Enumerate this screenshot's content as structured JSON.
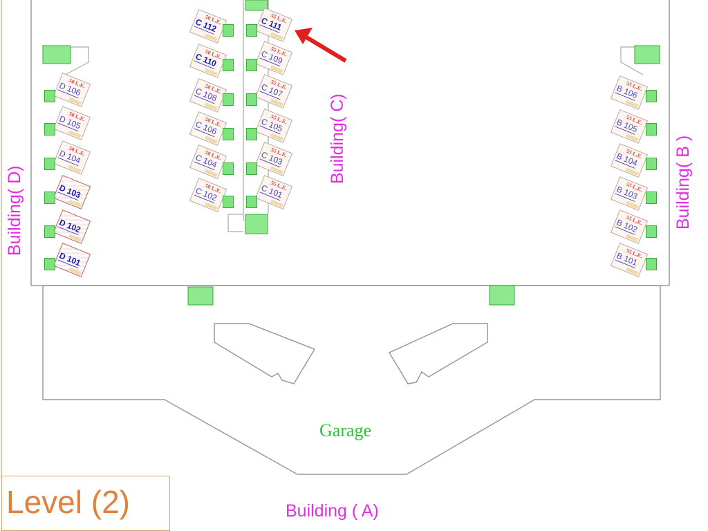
{
  "buildings": {
    "a": "Building ( A)",
    "b": "Building( B )",
    "c": "Building( C)",
    "d": "Building( D)"
  },
  "garage": "Garage",
  "level": "Level (2)",
  "colors": {
    "label": "#e030e0",
    "garage": "#22cc22",
    "level": "#e0803a",
    "arrow": "#e02020"
  },
  "units": {
    "d": [
      {
        "unit": "D 106",
        "price": "50 L.E."
      },
      {
        "unit": "D 105",
        "price": "50 L.E."
      },
      {
        "unit": "D 104",
        "price": "50 L.E."
      },
      {
        "unit": "D 103",
        "price": "",
        "sold": true
      },
      {
        "unit": "D 102",
        "price": "",
        "sold": true
      },
      {
        "unit": "D 101",
        "price": "",
        "sold": true
      }
    ],
    "c_left": [
      {
        "unit": "C 112",
        "price": "50 L.E.",
        "bold": true
      },
      {
        "unit": "C 110",
        "price": "50 L.E.",
        "bold": true
      },
      {
        "unit": "C 108",
        "price": "50 L.E."
      },
      {
        "unit": "C 106",
        "price": "50 L.E."
      },
      {
        "unit": "C 104",
        "price": "50 L.E."
      },
      {
        "unit": "C 102",
        "price": "50 L.E."
      }
    ],
    "c_right": [
      {
        "unit": "C 111",
        "price": "55 L.E.",
        "bold": true
      },
      {
        "unit": "C 109",
        "price": "55 L.E."
      },
      {
        "unit": "C 107",
        "price": "55 L.E."
      },
      {
        "unit": "C 105",
        "price": "55 L.E."
      },
      {
        "unit": "C 103",
        "price": "55 L.E."
      },
      {
        "unit": "C 101",
        "price": "55 L.E."
      }
    ],
    "b": [
      {
        "unit": "B 106",
        "price": "55 L.E."
      },
      {
        "unit": "B 105",
        "price": "55 L.E."
      },
      {
        "unit": "B 104",
        "price": "55 L.E."
      },
      {
        "unit": "B 103",
        "price": "55 L.E."
      },
      {
        "unit": "B 102",
        "price": "55 L.E."
      },
      {
        "unit": "B 101",
        "price": "55 L.E."
      }
    ]
  }
}
